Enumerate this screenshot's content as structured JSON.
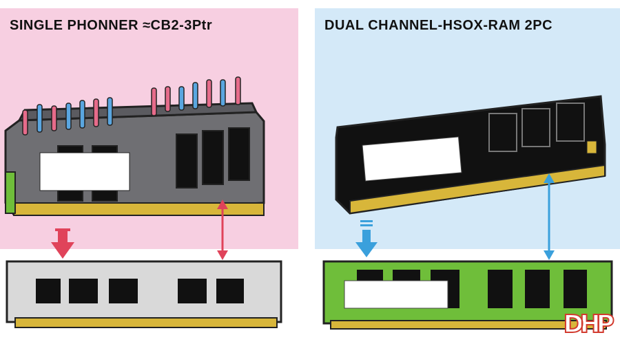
{
  "left": {
    "title": "SINGLE PHONNER ≈CB2-3Ptr",
    "panel_color": "#f7cfe1"
  },
  "right": {
    "title": "DUAL CHANNEL-HSOX-RAM 2PC",
    "panel_color": "#d4e9f8"
  },
  "colors": {
    "module_gray": "#6f6f73",
    "module_black": "#111111",
    "module_green": "#6fbe3a",
    "module_silver": "#d9d9d9",
    "gold_pins": "#d8b63a",
    "red_arrow": "#e0435a",
    "blue_arrow": "#3aa0dc",
    "pin_pink": "#e66b8a",
    "pin_blue": "#5aa6e0"
  },
  "badge": {
    "text": "DHP"
  }
}
